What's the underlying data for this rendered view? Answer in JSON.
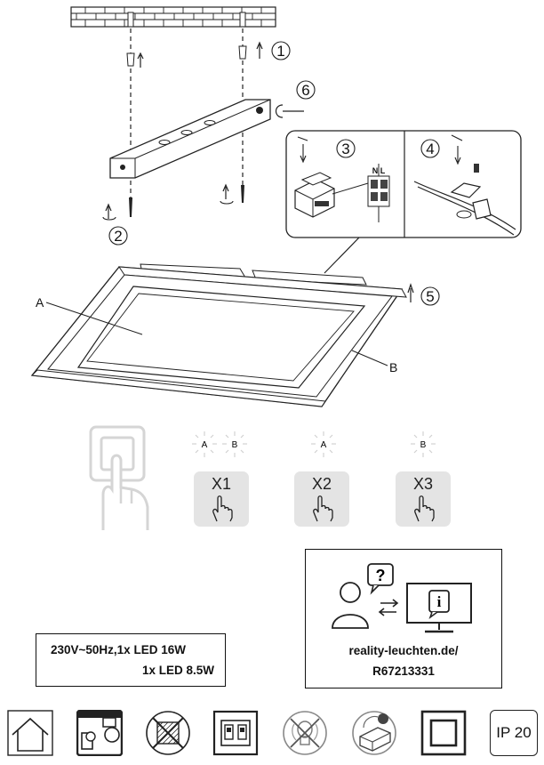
{
  "diagram": {
    "steps": [
      "1",
      "2",
      "3",
      "4",
      "5",
      "6"
    ],
    "part_labels": {
      "a": "A",
      "b": "B"
    },
    "wiring_label": "N  L"
  },
  "switch_guide": {
    "modes": [
      {
        "lamps": [
          "A",
          "B"
        ],
        "press": "X1"
      },
      {
        "lamps": [
          "A"
        ],
        "press": "X2"
      },
      {
        "lamps": [
          "B"
        ],
        "press": "X3"
      }
    ]
  },
  "specs": {
    "line1": "230V~50Hz,1x LED 16W",
    "line2": "1x LED 8.5W"
  },
  "info": {
    "question_glyph": "?",
    "info_glyph": "i",
    "url": "reality-leuchten.de/",
    "article": "R67213331"
  },
  "symbols": {
    "icons": [
      "indoor-use-icon",
      "spotlight-icon",
      "no-insulation-cover-icon",
      "protection-class-ii-icon",
      "bulb-not-replaceable-icon",
      "driver-icon",
      "double-insulation-icon"
    ],
    "ip_rating": "IP 20"
  }
}
